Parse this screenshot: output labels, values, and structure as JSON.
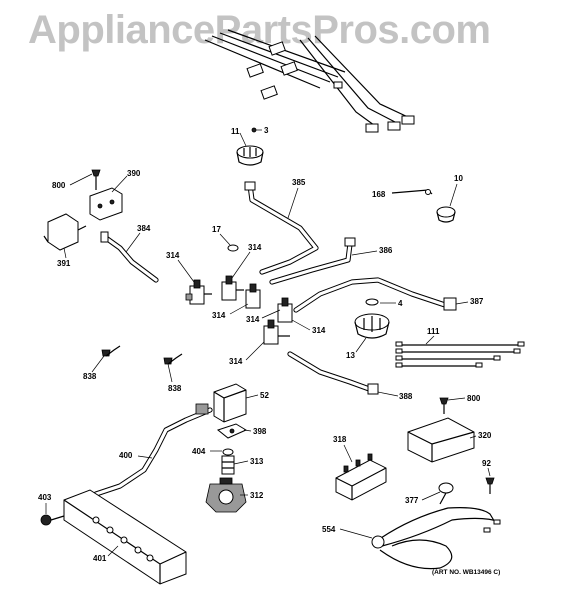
{
  "watermark": "AppliancePartsPros.com",
  "art_number": "(ART NO. WB13496 C)",
  "callouts": {
    "p3": "3",
    "p11": "11",
    "p800a": "800",
    "p390": "390",
    "p385": "385",
    "p168": "168",
    "p10": "10",
    "p17": "17",
    "p384": "384",
    "p391": "391",
    "p314a": "314",
    "p314b": "314",
    "p314c": "314",
    "p314d": "314",
    "p314e": "314",
    "p314f": "314",
    "p386": "386",
    "p4": "4",
    "p387": "387",
    "p111": "111",
    "p13": "13",
    "p838a": "838",
    "p838b": "838",
    "p52": "52",
    "p388": "388",
    "p800b": "800",
    "p398": "398",
    "p318": "318",
    "p320": "320",
    "p400": "400",
    "p404": "404",
    "p313": "313",
    "p92": "92",
    "p403": "403",
    "p312": "312",
    "p377": "377",
    "p554": "554",
    "p401": "401"
  }
}
